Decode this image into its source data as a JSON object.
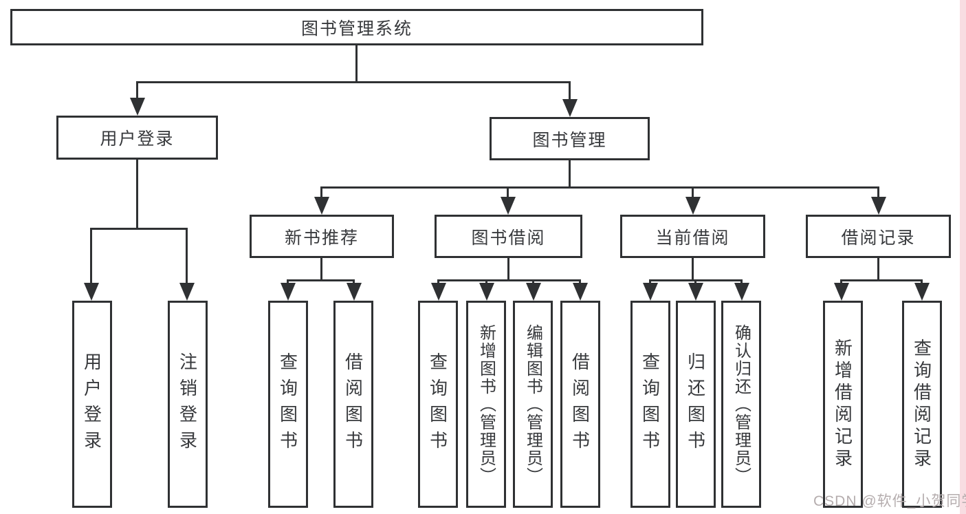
{
  "title": "图书管理系统",
  "tree": {
    "label": "图书管理系统",
    "children": [
      {
        "label": "用户登录",
        "children": [
          {
            "label": "用户登录"
          },
          {
            "label": "注销登录"
          }
        ]
      },
      {
        "label": "图书管理",
        "children": [
          {
            "label": "新书推荐",
            "children": [
              {
                "label": "查询图书"
              },
              {
                "label": "借阅图书"
              }
            ]
          },
          {
            "label": "图书借阅",
            "children": [
              {
                "label": "查询图书"
              },
              {
                "label": "新增图书（管理员）"
              },
              {
                "label": "编辑图书（管理员）"
              },
              {
                "label": "借阅图书"
              }
            ]
          },
          {
            "label": "当前借阅",
            "children": [
              {
                "label": "查询图书"
              },
              {
                "label": "归还图书"
              },
              {
                "label": "确认归还（管理员）"
              }
            ]
          },
          {
            "label": "借阅记录",
            "children": [
              {
                "label": "新增借阅记录"
              },
              {
                "label": "查询借阅记录"
              }
            ]
          }
        ]
      }
    ]
  },
  "watermark": {
    "text": "CSDN @软件_小贺同学"
  },
  "colors": {
    "line": "#2f3133",
    "text": "#37393c",
    "box_background": "#ffffff",
    "watermark_text": "#b5adae",
    "right_edge_band": "#f8dde2"
  }
}
